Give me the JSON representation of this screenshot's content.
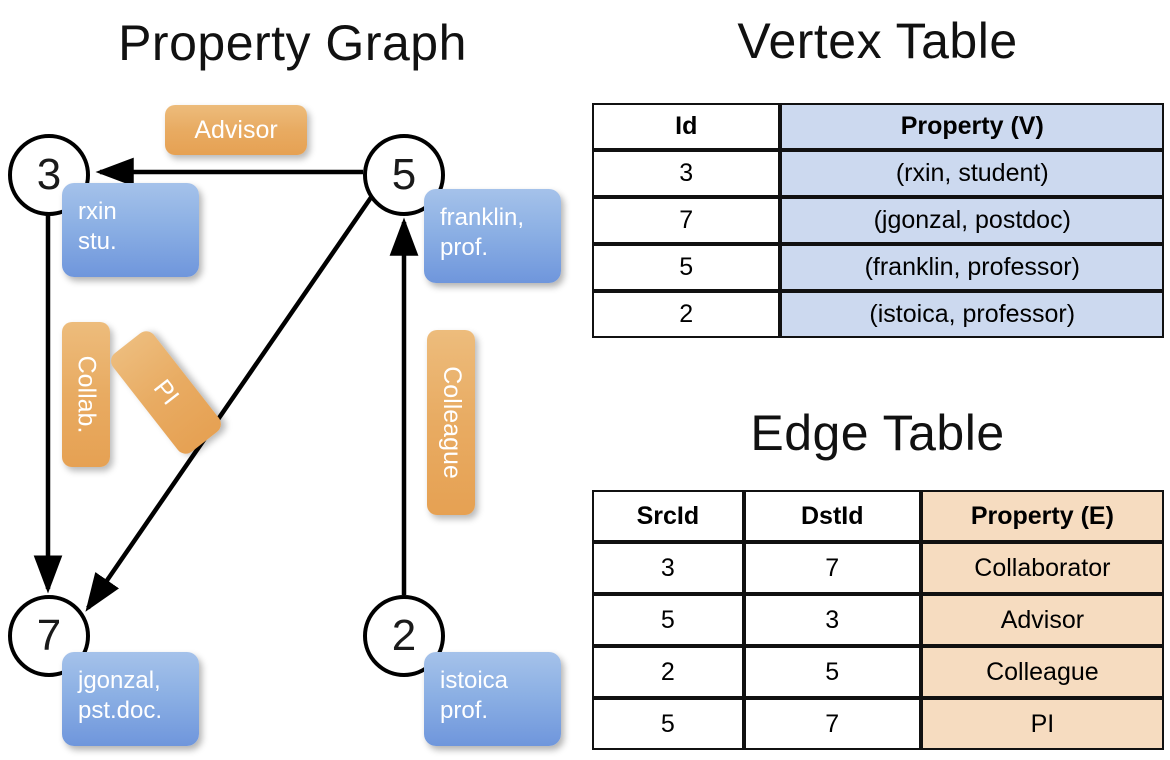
{
  "titles": {
    "property_graph": "Property Graph",
    "vertex_table": "Vertex Table",
    "edge_table": "Edge Table"
  },
  "graph": {
    "nodes": [
      {
        "id": "3",
        "label": "3",
        "property_lines": [
          "rxin",
          "stu."
        ]
      },
      {
        "id": "5",
        "label": "5",
        "property_lines": [
          "franklin,",
          "prof."
        ]
      },
      {
        "id": "7",
        "label": "7",
        "property_lines": [
          "jgonzal,",
          "pst.doc."
        ]
      },
      {
        "id": "2",
        "label": "2",
        "property_lines": [
          "istoica",
          "prof."
        ]
      }
    ],
    "edge_labels": [
      {
        "name": "advisor",
        "text": "Advisor",
        "orientation": "horizontal"
      },
      {
        "name": "collab",
        "text": "Collab.",
        "orientation": "vertical"
      },
      {
        "name": "pi",
        "text": "PI",
        "orientation": "diagonal"
      },
      {
        "name": "colleague",
        "text": "Colleague",
        "orientation": "vertical"
      }
    ],
    "edges": [
      {
        "src": "5",
        "dst": "3",
        "label": "Advisor"
      },
      {
        "src": "3",
        "dst": "7",
        "label": "Collab."
      },
      {
        "src": "5",
        "dst": "7",
        "label": "PI"
      },
      {
        "src": "2",
        "dst": "5",
        "label": "Colleague"
      }
    ]
  },
  "vertex_table": {
    "headers": [
      "Id",
      "Property (V)"
    ],
    "rows": [
      {
        "id": "3",
        "property": "(rxin, student)"
      },
      {
        "id": "7",
        "property": "(jgonzal, postdoc)"
      },
      {
        "id": "5",
        "property": "(franklin, professor)"
      },
      {
        "id": "2",
        "property": "(istoica, professor)"
      }
    ]
  },
  "edge_table": {
    "headers": [
      "SrcId",
      "DstId",
      "Property (E)"
    ],
    "rows": [
      {
        "src": "3",
        "dst": "7",
        "property": "Collaborator"
      },
      {
        "src": "5",
        "dst": "3",
        "property": "Advisor"
      },
      {
        "src": "2",
        "dst": "5",
        "property": "Colleague"
      },
      {
        "src": "5",
        "dst": "7",
        "property": "PI"
      }
    ]
  },
  "colors": {
    "vertex_property_fill": "#ccd9ef",
    "edge_property_fill": "#f6dcc0",
    "node_box_blue": "#8cb0e4",
    "edge_label_orange": "#e8ab62",
    "stroke": "#111111"
  }
}
